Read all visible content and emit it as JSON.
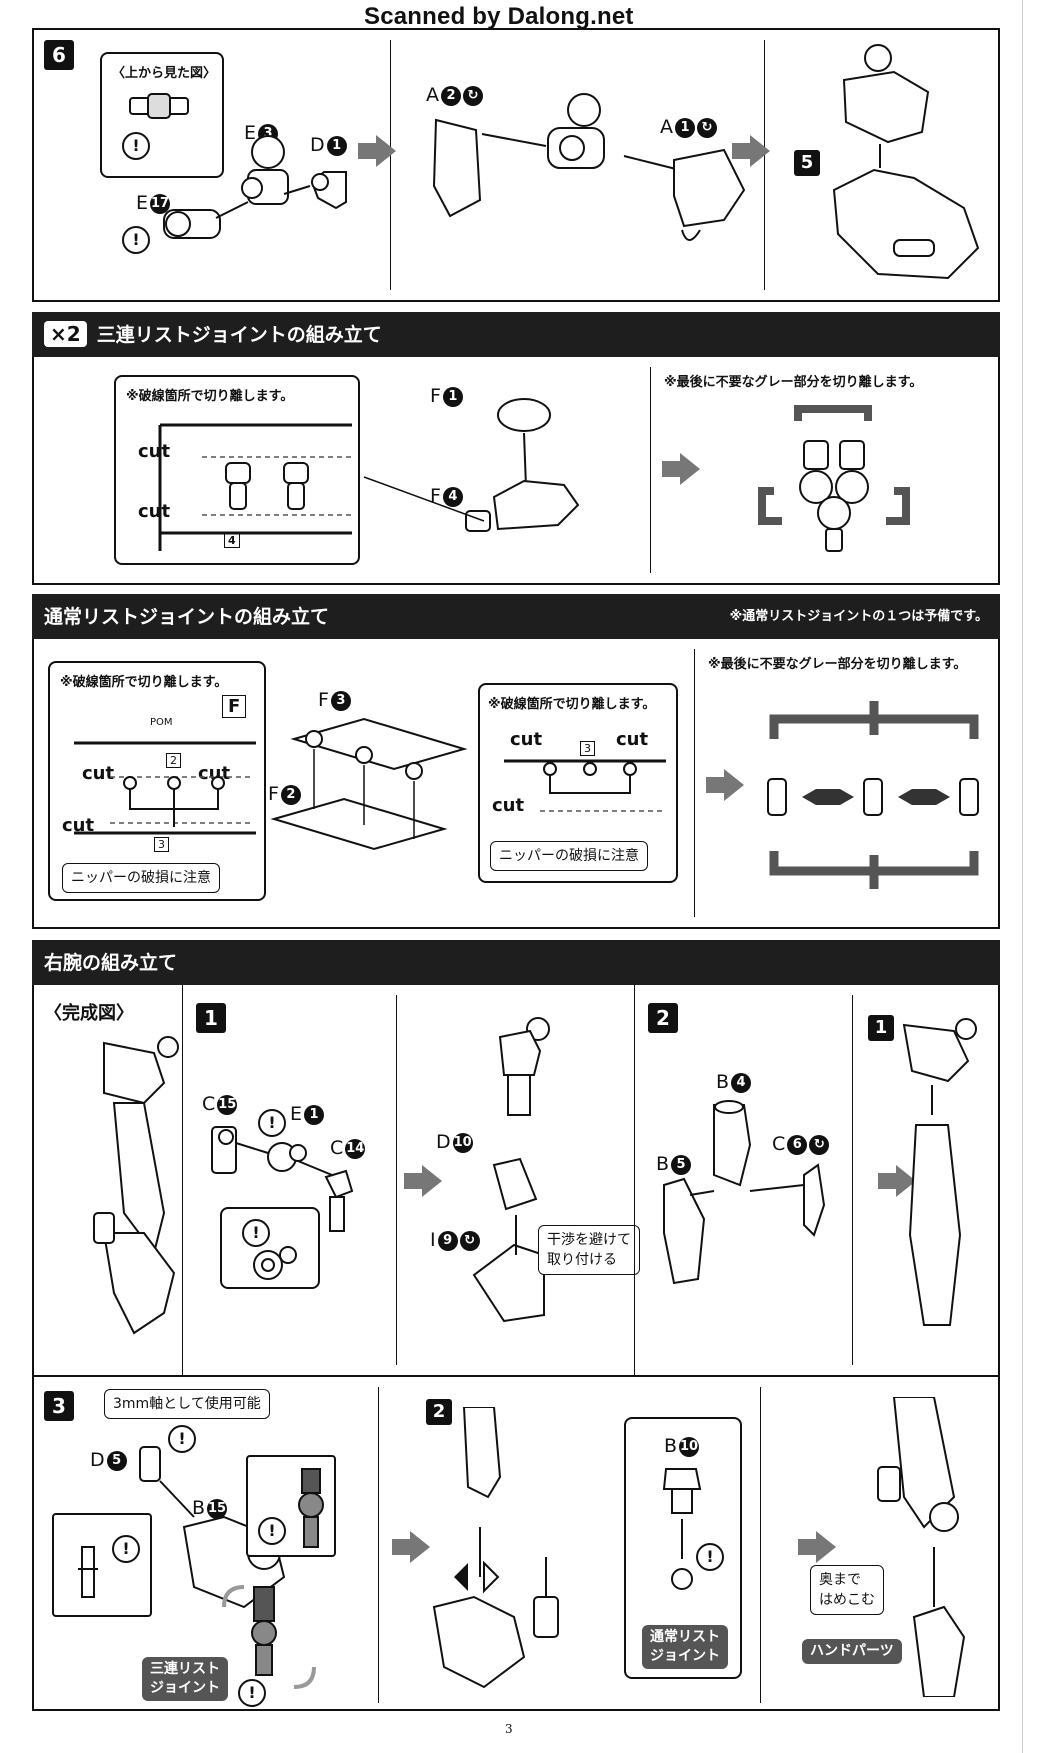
{
  "watermark": "Scanned by Dalong.net",
  "page_number": "3",
  "step6": {
    "number": "6",
    "top_view_label": "〈上から見た図〉",
    "parts": {
      "e3": {
        "letter": "E",
        "num": "3"
      },
      "d1": {
        "letter": "D",
        "num": "1"
      },
      "e17": {
        "letter": "E",
        "num": "17"
      },
      "a2": {
        "letter": "A",
        "num": "2"
      },
      "a1": {
        "letter": "A",
        "num": "1"
      }
    },
    "ref_step": "5"
  },
  "triple_wrist": {
    "multiplier": "×2",
    "title": "三連リストジョイントの組み立て",
    "cut_note": "※破線箇所で切り離します。",
    "cut_label": "cut",
    "runner_num": "4",
    "f1": {
      "letter": "F",
      "num": "1"
    },
    "f4": {
      "letter": "F",
      "num": "4"
    },
    "final_note": "※最後に不要なグレー部分を切り離します。"
  },
  "normal_wrist": {
    "title": "通常リストジョイントの組み立て",
    "spare_note": "※通常リストジョイントの１つは予備です。",
    "cut_note": "※破線箇所で切り離します。",
    "runner_letter": "F",
    "pom": "POM",
    "cut_label": "cut",
    "runner2": "2",
    "runner3": "3",
    "nipper_warning": "ニッパーの破損に注意",
    "f3": {
      "letter": "F",
      "num": "3"
    },
    "f2": {
      "letter": "F",
      "num": "2"
    },
    "final_note": "※最後に不要なグレー部分を切り離します。"
  },
  "right_arm": {
    "title": "右腕の組み立て",
    "complete_label": "〈完成図〉",
    "step1": {
      "number": "1",
      "c15": {
        "letter": "C",
        "num": "15"
      },
      "e1": {
        "letter": "E",
        "num": "1"
      },
      "c14": {
        "letter": "C",
        "num": "14"
      },
      "d10": {
        "letter": "D",
        "num": "10"
      },
      "i9": {
        "letter": "I",
        "num": "9"
      },
      "avoid_note": "干渉を避けて\n取り付ける"
    },
    "step2": {
      "number": "2",
      "b4": {
        "letter": "B",
        "num": "4"
      },
      "b5": {
        "letter": "B",
        "num": "5"
      },
      "c6": {
        "letter": "C",
        "num": "6"
      },
      "ref_step": "1"
    },
    "step3": {
      "number": "3",
      "axis_note": "3mm軸として使用可能",
      "d5": {
        "letter": "D",
        "num": "5"
      },
      "b15": {
        "letter": "B",
        "num": "15"
      },
      "triple_tag": "三連リスト\nジョイント",
      "ref_step": "2",
      "b10": {
        "letter": "B",
        "num": "10"
      },
      "normal_tag": "通常リスト\nジョイント",
      "push_note": "奥まで\nはめこむ",
      "hand_tag": "ハンドパーツ"
    }
  }
}
